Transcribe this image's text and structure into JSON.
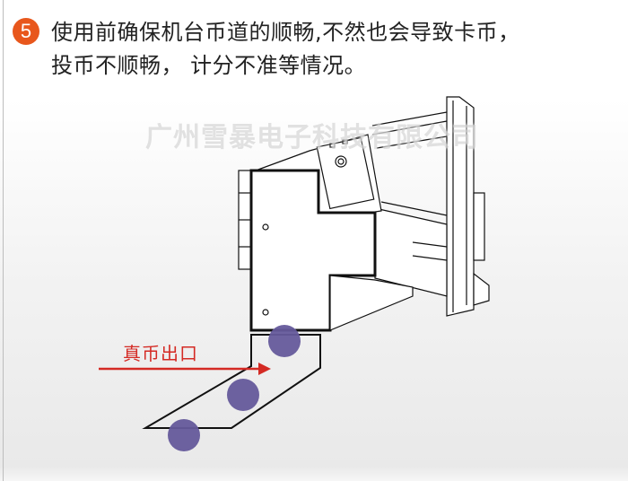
{
  "step": {
    "number": "5",
    "color": "#e8571c"
  },
  "instruction": {
    "line1": "使用前确保机台币道的顺畅,不然也会导致卡币，",
    "line2": "投币不顺畅， 计分不准等情况。"
  },
  "watermark": "广州雪暴电子科技有限公司",
  "diagram": {
    "exit_label": "真币出口",
    "arrow_color": "#d42a24",
    "coin_color": "#655a9b",
    "coin_count": 3
  }
}
